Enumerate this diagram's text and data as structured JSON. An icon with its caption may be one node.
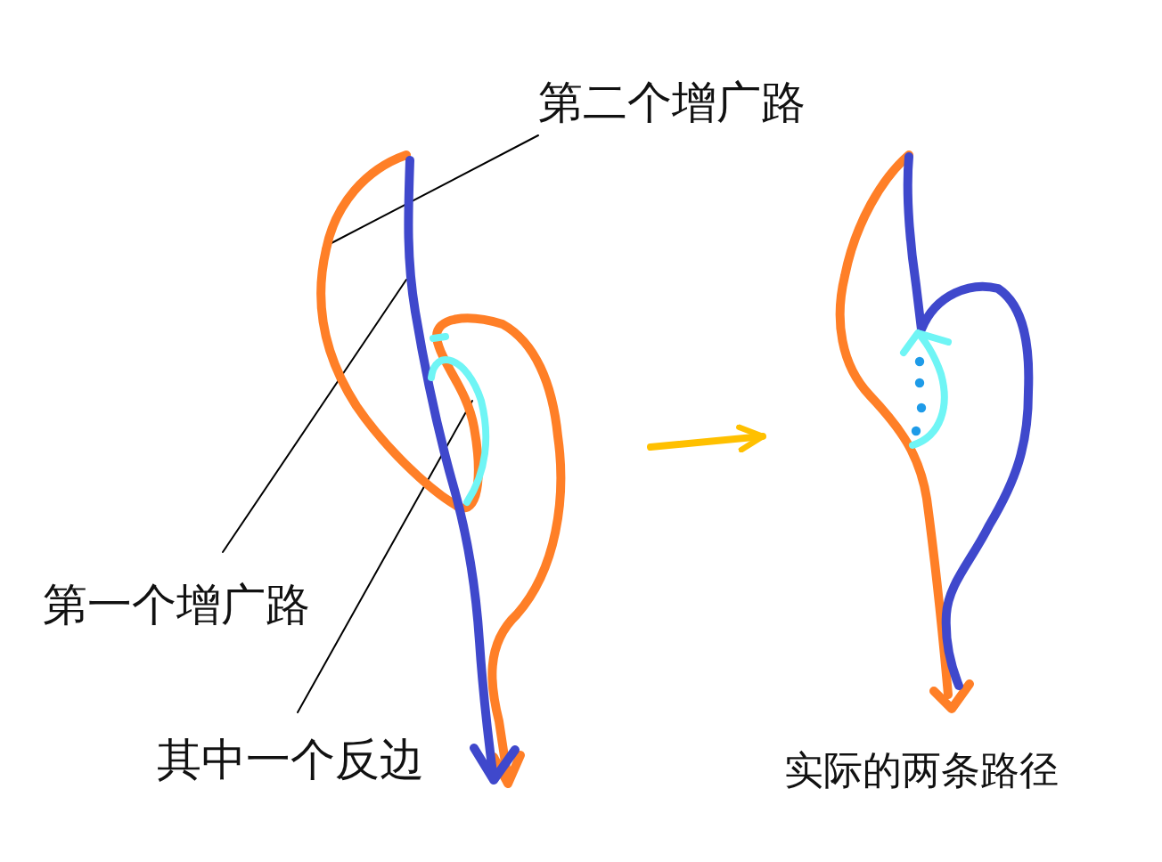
{
  "diagram": {
    "nodes": [
      {
        "text": [
          "第二个增广路"
        ]
      },
      {
        "text": [
          "第一个增广路"
        ]
      },
      {
        "text": [
          "其中一个反边"
        ]
      },
      {
        "text": [],
        "shape": "picture"
      },
      {
        "text": [],
        "shape": "picture",
        "beside": [
          "实际的两条路径"
        ]
      }
    ],
    "edges": [
      {
        "from": 0,
        "to": 3,
        "arrow": "none"
      },
      {
        "from": 1,
        "to": 3,
        "arrow": "none"
      },
      {
        "from": 2,
        "to": 3,
        "arrow": "none"
      },
      {
        "from": 3,
        "to": 4,
        "arrow": "to",
        "style": "thick",
        "color": "#ffc000"
      }
    ]
  }
}
